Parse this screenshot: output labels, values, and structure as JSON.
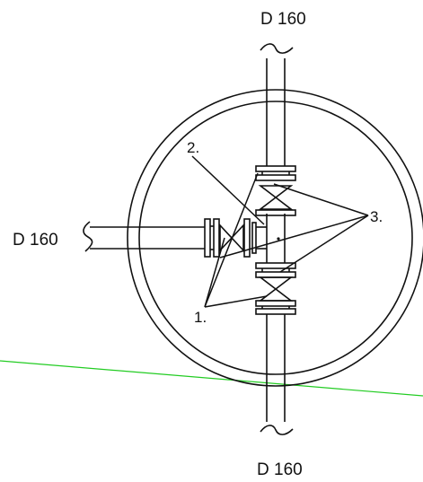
{
  "labels": {
    "top_pipe": "D 160",
    "bottom_pipe": "D 160",
    "left_pipe": "D 160"
  },
  "callouts": {
    "c1": "1.",
    "c2": "2.",
    "c3": "3."
  },
  "colors": {
    "line": "#111111",
    "guide_line": "#22cc22",
    "background": "#ffffff"
  }
}
